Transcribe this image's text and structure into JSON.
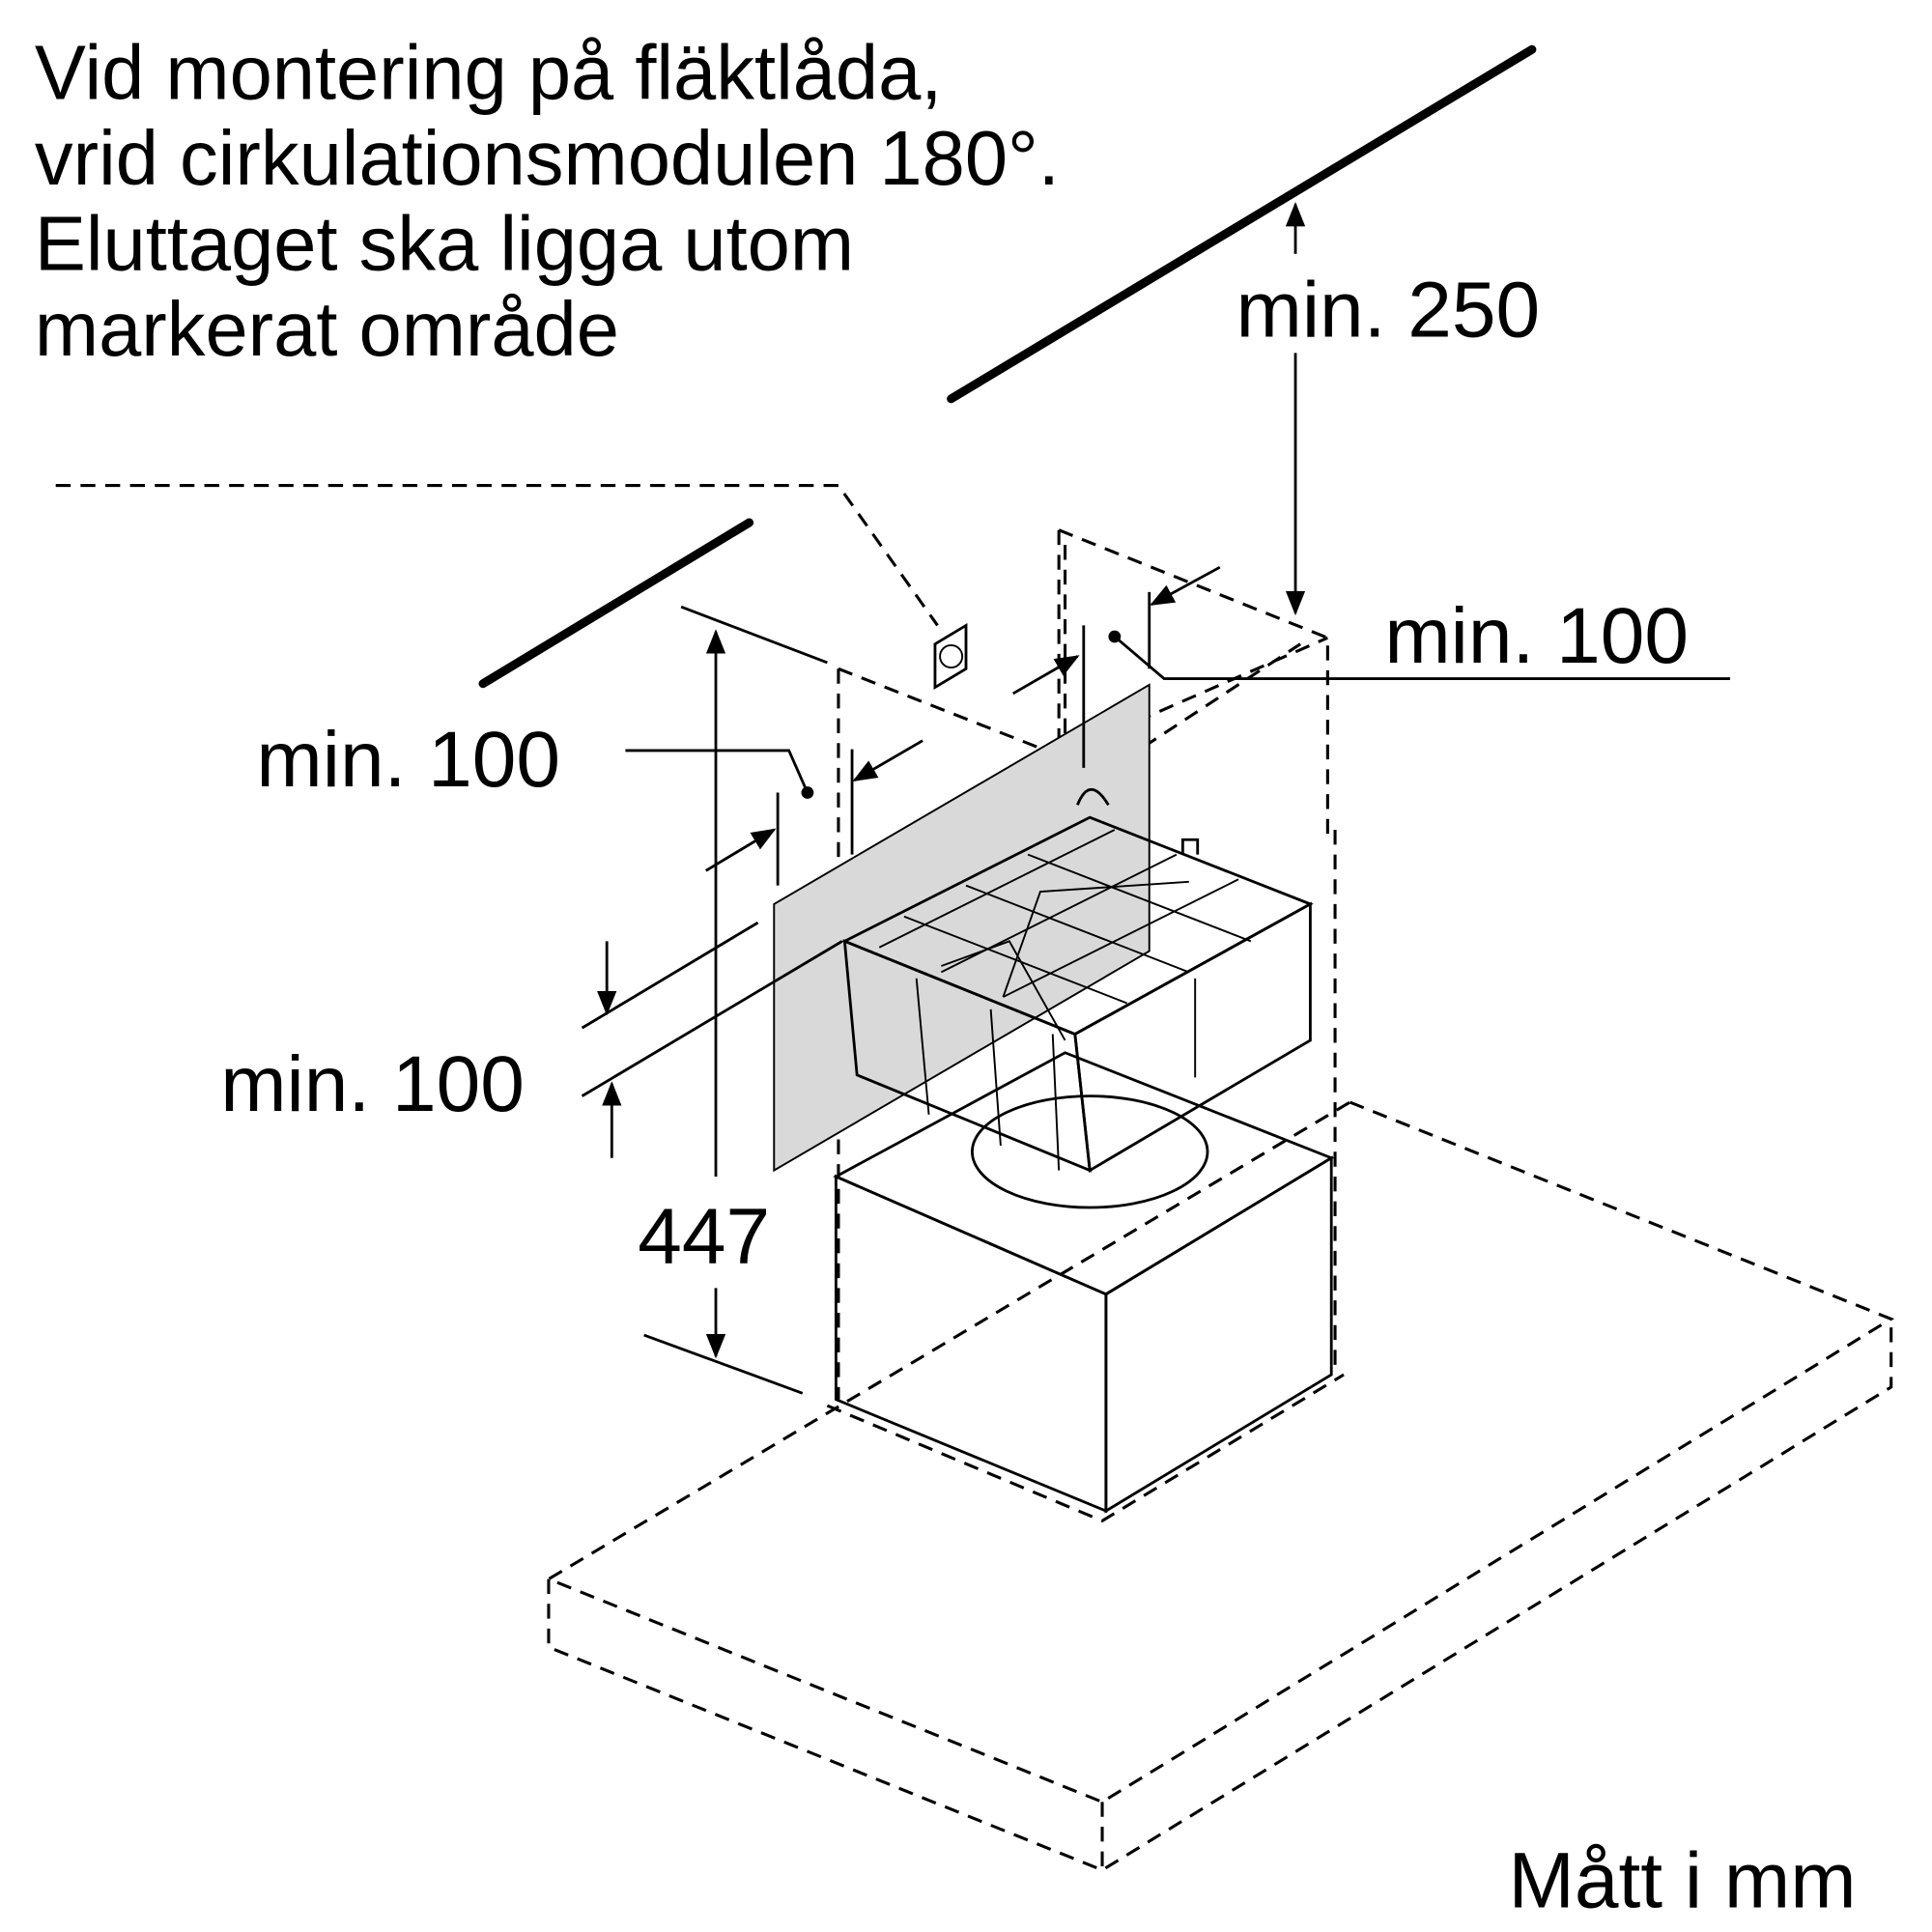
{
  "note": {
    "lines": [
      "Vid montering på fläktlåda,",
      "vrid cirkulationsmodulen 180°.",
      "Eluttaget ska ligga utom",
      "markerat område"
    ]
  },
  "dimensions": {
    "ceiling_clearance": "min. 250",
    "right_clearance": "min. 100",
    "left_clearance": "min. 100",
    "lower_clearance": "min. 100",
    "height": "447"
  },
  "units_label": "Mått i mm",
  "colors": {
    "line": "#000000",
    "marked_area": "#d9d9d9"
  }
}
